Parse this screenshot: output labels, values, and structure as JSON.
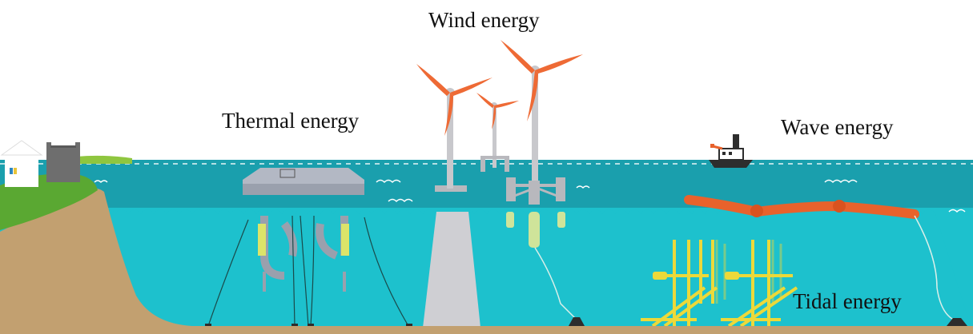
{
  "labels": {
    "wind": "Wind energy",
    "thermal": "Thermal energy",
    "wave": "Wave energy",
    "tidal": "Tidal energy"
  },
  "colors": {
    "sky": "#ffffff",
    "surface_water": "#1a9fad",
    "deep_water": "#1dc1cd",
    "seabed": "#c2a070",
    "grass": "#5aa832",
    "turbine_tower": "#c8c8cc",
    "turbine_blade": "#ee6a35",
    "wave_device": "#e8622c",
    "tidal_structure": "#ecd93a",
    "buoy": "#cfe49a",
    "platform": "#b3b8c4",
    "boat": "#2d2d2d",
    "building": "#6e6e6e"
  },
  "icons": [
    "house-icon",
    "power-station-icon",
    "thermal-platform-icon",
    "wind-turbine-icon",
    "boat-icon",
    "wave-energy-converter-icon",
    "tidal-turbine-icon"
  ]
}
